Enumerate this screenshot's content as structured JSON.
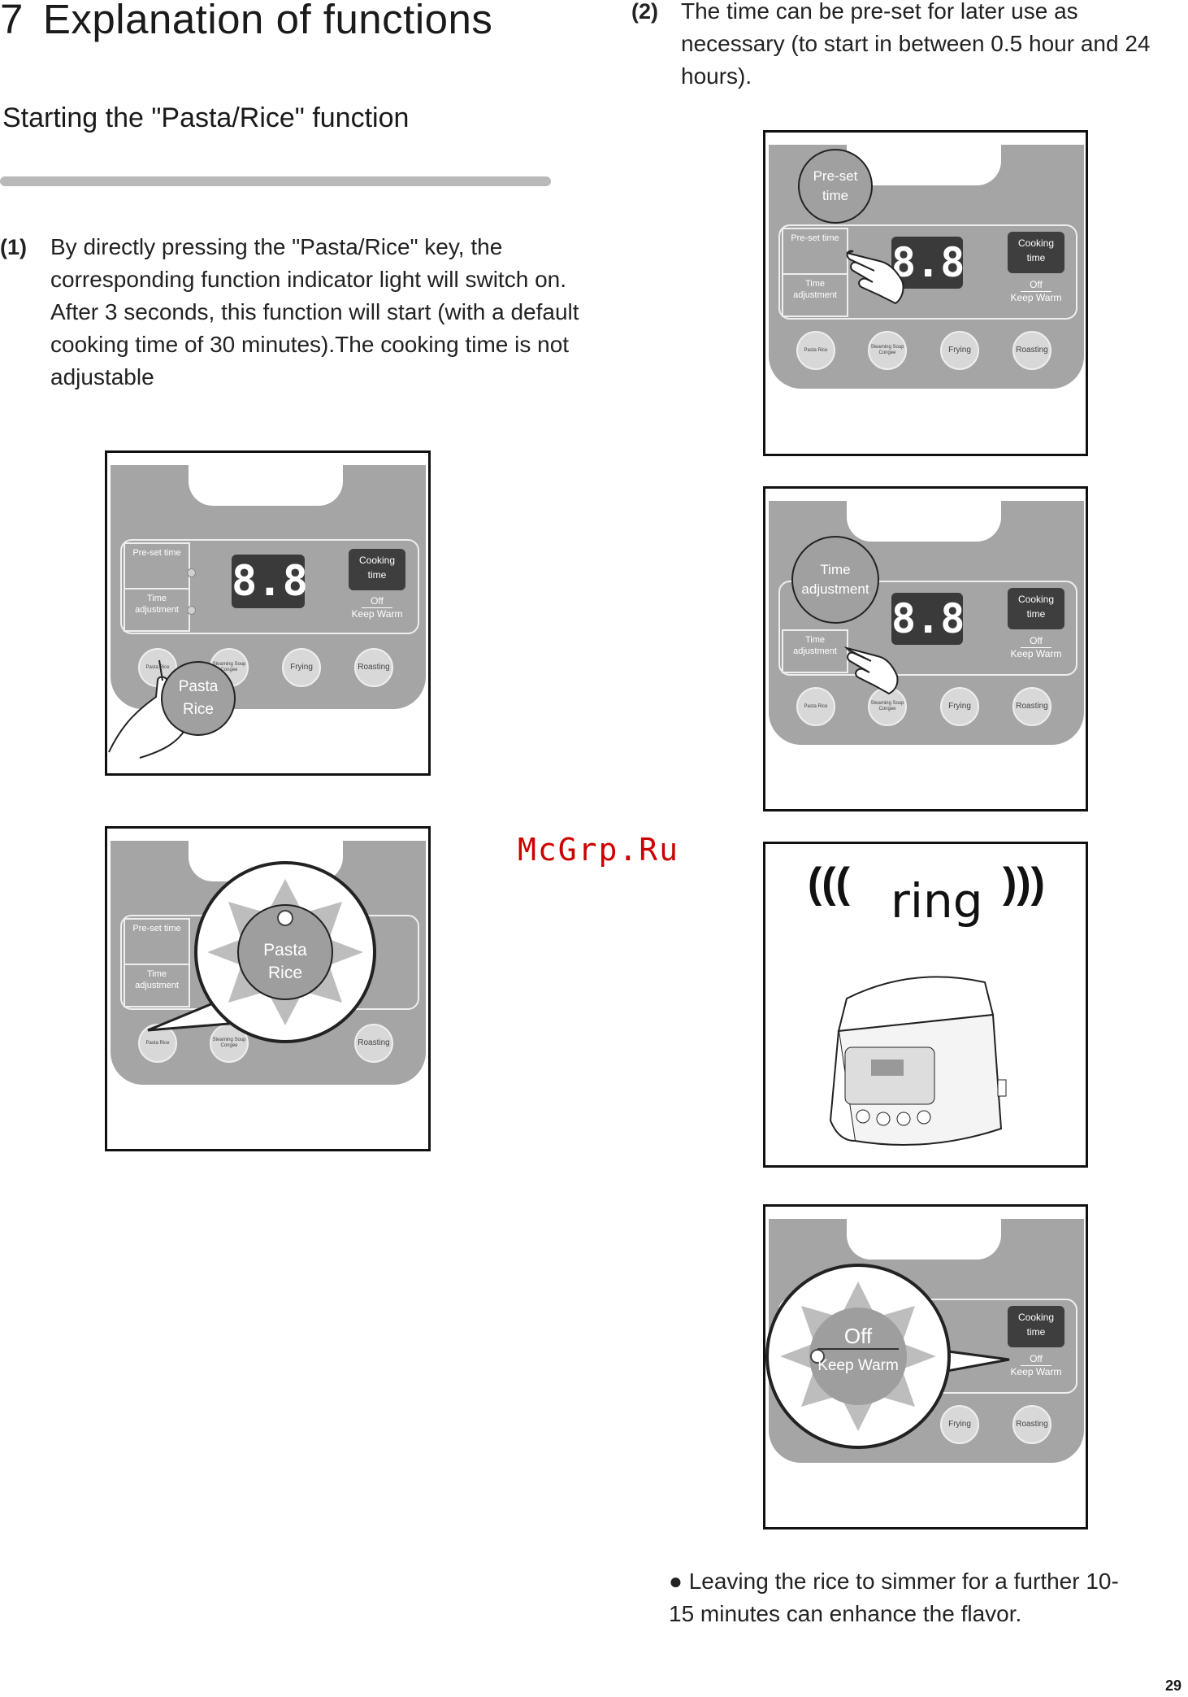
{
  "heading": {
    "number": "7",
    "title": "Explanation of functions"
  },
  "subheading": "Starting the \"Pasta/Rice\" function",
  "steps": [
    {
      "no": "(1)",
      "text": "By directly pressing the \"Pasta/Rice\" key, the corresponding function indicator light will switch on. After 3 seconds, this function will start (with a default cooking time of 30 minutes).The cooking time is not adjustable"
    },
    {
      "no": "(2)",
      "text": "The time can be pre-set for later use as necessary (to start in between 0.5 hour and 24 hours)."
    }
  ],
  "panel": {
    "preset": "Pre-set time",
    "time_adj": "Time adjustment",
    "display": "8.8",
    "cooking": "Cooking time",
    "off": "Off",
    "keep_warm": "Keep Warm",
    "btn_pasta": "Pasta Rice",
    "btn_steam": "Steaming Soup Congee",
    "btn_frying": "Frying",
    "btn_roasting": "Roasting"
  },
  "callouts": {
    "pasta_rice": "Pasta Rice",
    "preset": "Pre-set time",
    "time_adj": "Time adjustment",
    "zoom_pasta": "Pasta Rice",
    "zoom_off": "Off",
    "zoom_keepwarm": "Keep Warm"
  },
  "ring": "ring",
  "watermark": "McGrp.Ru",
  "note": "Leaving the rice to simmer for a further 10-15 minutes can enhance the flavor.",
  "page_number": "29"
}
